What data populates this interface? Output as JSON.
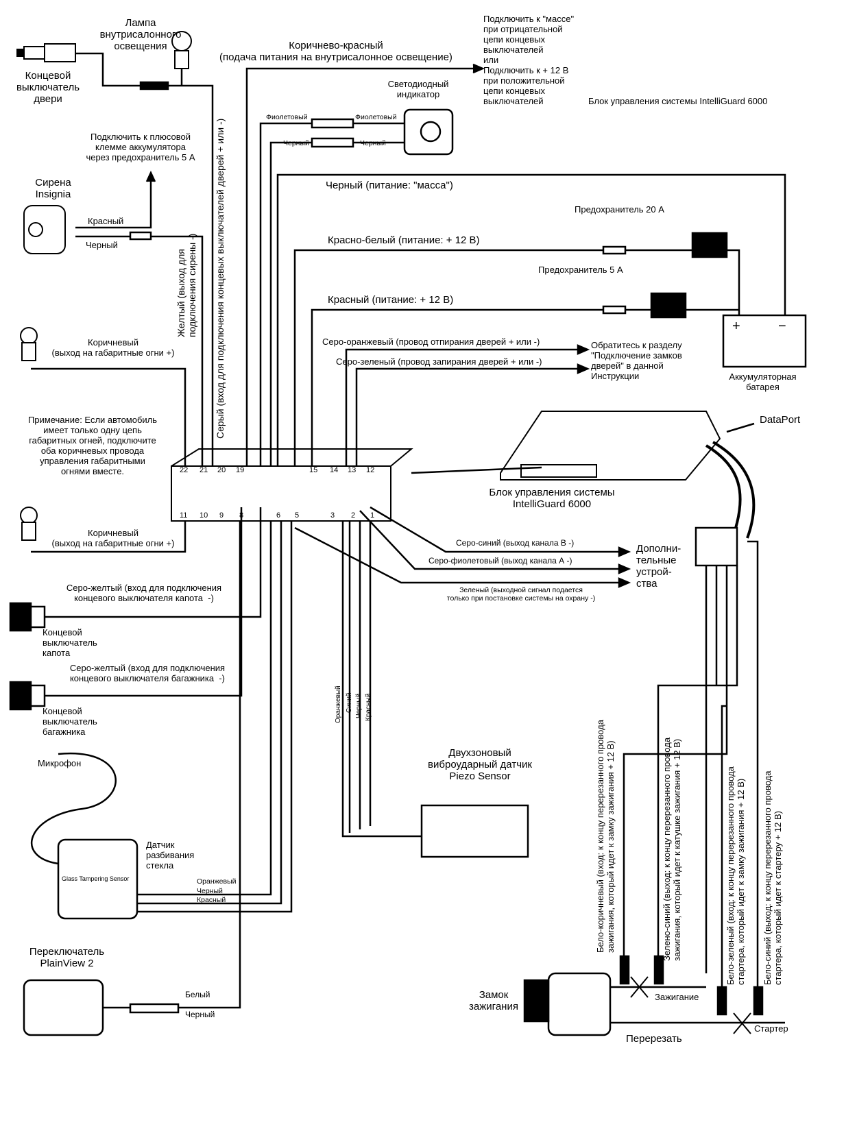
{
  "labels": {
    "lamp": "Лампа\nвнутрисалонного\nосвещения",
    "door_switch": "Концевой\nвыключатель\nдвери",
    "brown_red": "Коричнево-красный\n(подача питания на внутрисалонное освещение)",
    "ground_note": "Подключить к \"массе\"\nпри отрицательной\nцепи концевых\nвыключателей\nили\nПодключить к + 12 В\nпри положительной\nцепи концевых\nвыключателей",
    "control_unit_top": "Блок управления системы IntelliGuard 6000",
    "led": "Светодиодный\nиндикатор",
    "violet_left": "Фиолетовый",
    "violet_right": "Фиолетовый",
    "black_left": "Черный",
    "black_right": "Черный",
    "battery_plus_note": "Подключить к плюсовой\nклемме аккумулятора\nчерез предохранитель 5 А",
    "siren": "Сирена\nInsignia",
    "siren_red": "Красный",
    "siren_black": "Черный",
    "black_ground": "Черный (питание: \"масса\")",
    "fuse20": "Предохранитель 20 А",
    "red_white": "Красно-белый (питание: + 12 В)",
    "fuse5": "Предохранитель 5 А",
    "red": "Красный (питание: + 12 В)",
    "grey_orange": "Серо-оранжевый (провод отпирания дверей + или -)",
    "grey_green": "Серо-зеленый (провод запирания дверей + или -)",
    "door_locks_note": "Обратитесь к разделу\n\"Подключение замков\nдверей\" в данной\nИнструкции",
    "battery": "Аккумуляторная\nбатарея",
    "battery_plus": "+",
    "battery_minus": "−",
    "dataport": "DataPort",
    "yellow_vertical": "Желтый (выход для\nподключения сирены -)",
    "grey_vertical": "Серый (вход для подключения концевых выключателей дверей + или -)",
    "brown1": "Коричневый\n(выход на габаритные огни +)",
    "note": "Примечание: Если автомобиль\nимеет только одну цепь\nгабаритных огней, подключите\nоба коричневых провода\nуправления габаритными\nогнями вместе.",
    "control_unit_mid": "Блок управления системы\nIntelliGuard 6000",
    "brown2": "Коричневый\n(выход на габаритные огни +)",
    "grey_blue": "Серо-синий (выход канала В -)",
    "grey_violet": "Серо-фиолетовый (выход канала А -)",
    "green": "Зеленый (выходной сигнал подается\nтолько при постановке системы на охрану -)",
    "extra_devices": "Дополни-\nтельные\nустрой-\nства",
    "hood_wire": "Серо-желтый (вход для подключения\nконцевого выключателя капота  -)",
    "hood_switch": "Концевой\nвыключатель\nкапота",
    "trunk_wire": "Серо-желтый (вход для подключения\nконцевого выключателя багажника  -)",
    "trunk_switch": "Концевой\nвыключатель\nбагажника",
    "piezo_orange": "Оранжевый",
    "piezo_blue": "Синий",
    "piezo_black": "Черный",
    "piezo_red": "Красный",
    "microphone": "Микрофон",
    "piezo": "Двухзоновый\nвиброударный датчик\nPiezo Sensor",
    "glass_sensor": "Датчик\nразбивания\nстекла",
    "glass_logo": "Glass Tampering Sensor",
    "gs_orange": "Оранжевый",
    "gs_black": "Черный",
    "gs_red": "Красный",
    "plainview": "Переключатель\nPlainView 2",
    "pv_white": "Белый",
    "pv_black": "Черный",
    "ignition_lock": "Замок\nзажигания",
    "ignition": "Зажигание",
    "cut": "Перерезать",
    "starter": "Стартер",
    "white_brown": "Бело-коричневый (вход: к концу перерезанного провода\nзажигания, который идет к замку зажигания + 12 В)",
    "green_blue": "Зелено-синий (выход: к концу перерезанного провода\nзажигания, который идет к катушке зажигания + 12 В)",
    "white_green": "Бело-зеленый (вход: к концу перерезанного провода\nстартера, который идет к замку зажигания + 12 В)",
    "white_blue": "Бело-синий (выход: к концу перерезанного провода\nстартера, который идет к стартеру + 12 В)"
  },
  "connector": {
    "top": [
      "22",
      "21",
      "20",
      "19",
      "15",
      "14",
      "13",
      "12"
    ],
    "bottom": [
      "11",
      "10",
      "9",
      "8",
      "6",
      "5",
      "3",
      "2",
      "1"
    ]
  }
}
